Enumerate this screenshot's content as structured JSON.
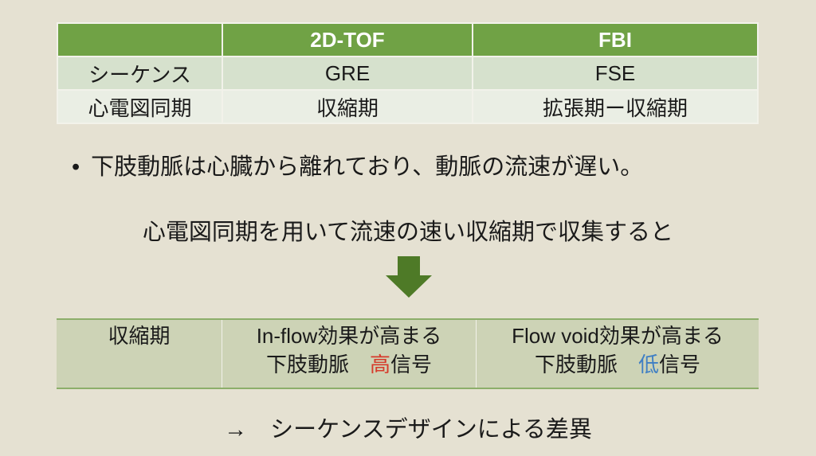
{
  "table1": {
    "headers": [
      "",
      "2D-TOF",
      "FBI"
    ],
    "rows": [
      [
        "シーケンス",
        "GRE",
        "FSE"
      ],
      [
        "心電図同期",
        "収縮期",
        "拡張期ー収縮期"
      ]
    ]
  },
  "bullet_text": "下肢動脈は心臓から離れており、動脈の流速が遅い。",
  "bullet_symbol": "•",
  "line2": "心電図同期を用いて流速の速い収縮期で収集すると",
  "table2": {
    "label": "収縮期",
    "col1_line1": "In-flow効果が高まる",
    "col1_prefix": "下肢動脈　",
    "col1_highlight": "高",
    "col1_suffix": "信号",
    "col2_line1": "Flow void効果が高まる",
    "col2_prefix": "下肢動脈　",
    "col2_highlight": "低",
    "col2_suffix": "信号"
  },
  "conclusion": "→　シーケンスデザインによる差異",
  "colors": {
    "header": "#70a245",
    "arrow": "#4e7a27",
    "high": "#d63a2b",
    "low": "#3f7fc4"
  }
}
